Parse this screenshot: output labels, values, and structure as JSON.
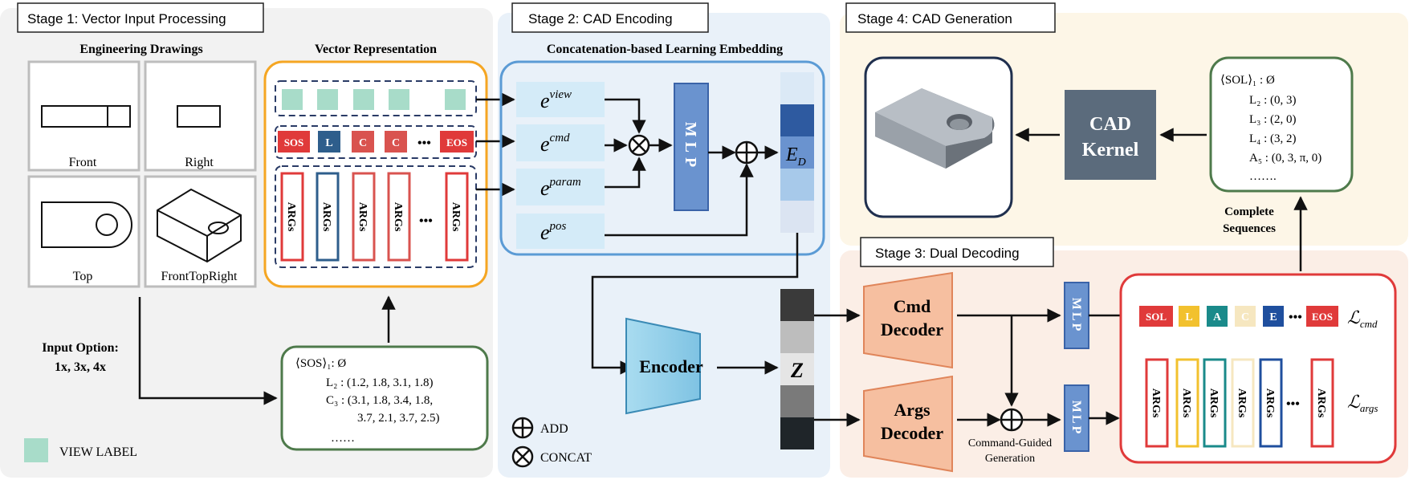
{
  "stages": {
    "s1": "Stage 1: Vector Input Processing",
    "s2": "Stage 2: CAD Encoding",
    "s3": "Stage 3: Dual Decoding",
    "s4": "Stage 4: CAD Generation"
  },
  "stage1": {
    "drawings_title": "Engineering Drawings",
    "views": [
      "Front",
      "Right",
      "Top",
      "FrontTopRight"
    ],
    "vector_title": "Vector Representation",
    "tokens": [
      "SOS",
      "L",
      "C",
      "C",
      "EOS"
    ],
    "args_label": "ARGs",
    "ellipsis": "•••",
    "input_option": "Input Option:",
    "input_values": "1x, 3x, 4x",
    "seq_line1": "⟨SOS⟩₁: Ø",
    "seq_line2": "L₂ : (1.2, 1.8, 3.1, 1.8)",
    "seq_line3": "C₃ : (3.1, 1.8, 3.4, 1.8,",
    "seq_line4": "3.7, 2.1, 3.7, 2.5)",
    "seq_line5": "……",
    "legend": "VIEW LABEL"
  },
  "stage2": {
    "embed_title": "Concatenation-based Learning Embedding",
    "e": "e",
    "sup_view": "view",
    "sup_cmd": "cmd",
    "sup_param": "param",
    "sup_pos": "pos",
    "mlp": "MLP",
    "ed": "E",
    "ed_sub": "D",
    "encoder": "Encoder",
    "z": "Z",
    "add": "ADD",
    "concat": "CONCAT"
  },
  "stage3": {
    "cmd_decoder_1": "Cmd",
    "cmd_decoder_2": "Decoder",
    "args_decoder_1": "Args",
    "args_decoder_2": "Decoder",
    "mlp": "MLP",
    "guided_1": "Command-Guided",
    "guided_2": "Generation",
    "out_tokens": [
      "SOL",
      "L",
      "A",
      "C",
      "E",
      "EOS"
    ],
    "loss_cmd": "ℒ",
    "loss_cmd_sub": "cmd",
    "loss_args": "ℒ",
    "loss_args_sub": "args"
  },
  "stage4": {
    "kernel_1": "CAD",
    "kernel_2": "Kernel",
    "seq": [
      "⟨SOL⟩₁ : Ø",
      "L₂ : (0, 3)",
      "L₃ : (2, 0)",
      "L₄ : (3, 2)",
      "A₅ : (0, 3, π, 0)",
      "……."
    ],
    "complete_1": "Complete",
    "complete_2": "Sequences"
  },
  "colors": {
    "orange": "#f5a623",
    "blue_border": "#5b9bd5",
    "green_border": "#4e7a4b",
    "red": "#e03a3a",
    "navy": "#2e5aa0",
    "teal_label": "#a8dcc9",
    "mlp_blue": "#6a93cf",
    "encoder_blue": "#9fd3ea",
    "decoder_orange": "#f6bfa0",
    "kernel_gray": "#5b6b7c"
  }
}
